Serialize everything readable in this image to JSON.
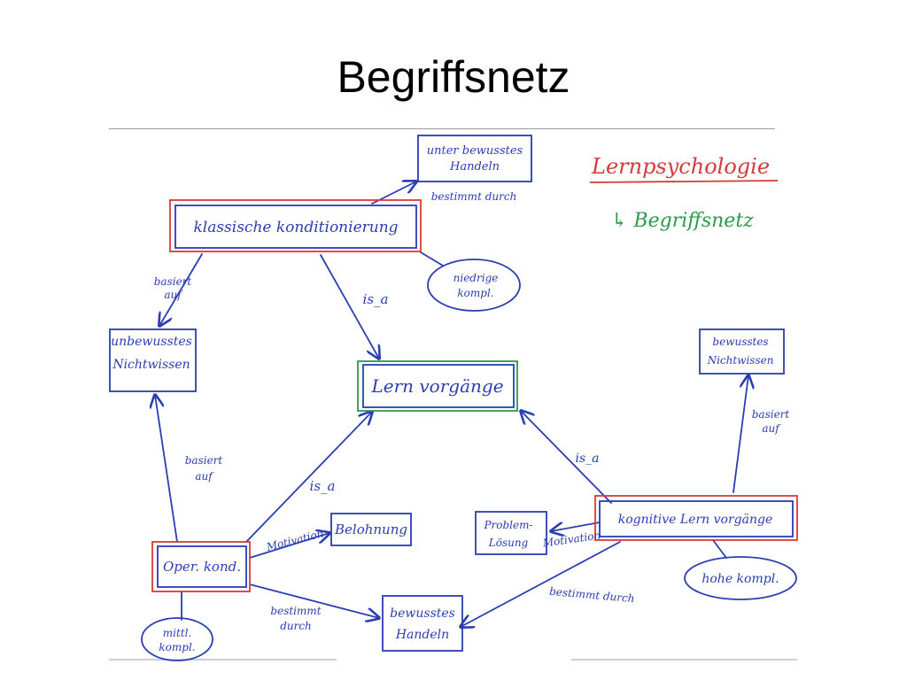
{
  "slide": {
    "title": "Begriffsnetz"
  },
  "colors": {
    "ink": "#2a3eb1",
    "red": "#d63a3a",
    "green": "#2d9a4a",
    "rule": "#9a9a9a"
  },
  "annotations": {
    "topic": "Lernpsychologie",
    "subtopic": "↳ Begriffsnetz"
  },
  "nodes": {
    "unterbewusstes": [
      "unter bewusstes",
      "Handeln"
    ],
    "klassisch": [
      "klassische   konditionierung"
    ],
    "niedrige": [
      "niedrige",
      "kompl."
    ],
    "unbewusstes": [
      "unbewusstes",
      "Nichtwissen"
    ],
    "lernvorgaenge": [
      "Lern vorgänge"
    ],
    "bewusstes_nw": [
      "bewusstes",
      "Nichtwissen"
    ],
    "belohnung": [
      "Belohnung"
    ],
    "problem": [
      "Problem-",
      "Lösung"
    ],
    "kognitive": [
      "kognitive   Lern vorgänge"
    ],
    "oper": [
      "Oper.  kond."
    ],
    "hohe": [
      "hohe   kompl."
    ],
    "bewusstes_h": [
      "bewusstes",
      "Handeln"
    ],
    "mittl": [
      "mittl.",
      "kompl."
    ]
  },
  "edge_labels": {
    "bestimmt1": [
      "bestimmt durch"
    ],
    "basiert1": [
      "basiert",
      "auf"
    ],
    "isa1": [
      "is_a"
    ],
    "basiert2": [
      "basiert",
      "auf"
    ],
    "isa2": [
      "is_a"
    ],
    "isa3": [
      "is_a"
    ],
    "basiert3": [
      "basiert",
      "auf"
    ],
    "motivation1": [
      "Motivation"
    ],
    "motivation2": [
      "Motivation"
    ],
    "bestimmt2": [
      "bestimmt durch"
    ],
    "bestimmt3": [
      "bestimmt",
      "durch"
    ]
  }
}
